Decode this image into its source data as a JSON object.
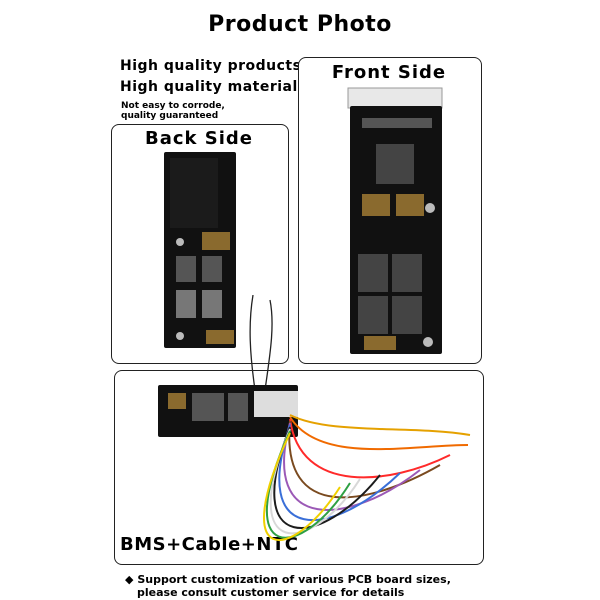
{
  "title": "Product Photo",
  "features": [
    "High quality products",
    "High quality materials"
  ],
  "note_lines": [
    "Not easy to corrode,",
    "quality guaranteed"
  ],
  "back_panel": {
    "label": "Back Side"
  },
  "front_panel": {
    "label": "Front Side"
  },
  "bottom_panel": {
    "label": "BMS+Cable+NTC"
  },
  "footer": {
    "bullet": "◆",
    "lines": [
      "Support customization of various PCB board sizes,",
      "please consult customer service for details"
    ]
  },
  "colors": {
    "pcb": "#111111",
    "gold_pad": "#8a6a2e",
    "wire_colors": [
      "#e5a100",
      "#f06a00",
      "#ff2a2a",
      "#7a4a1f",
      "#9b59b6",
      "#3a6fd8",
      "#1c1c1c",
      "#d8d8d8",
      "#2ea043",
      "#f0d000"
    ]
  }
}
